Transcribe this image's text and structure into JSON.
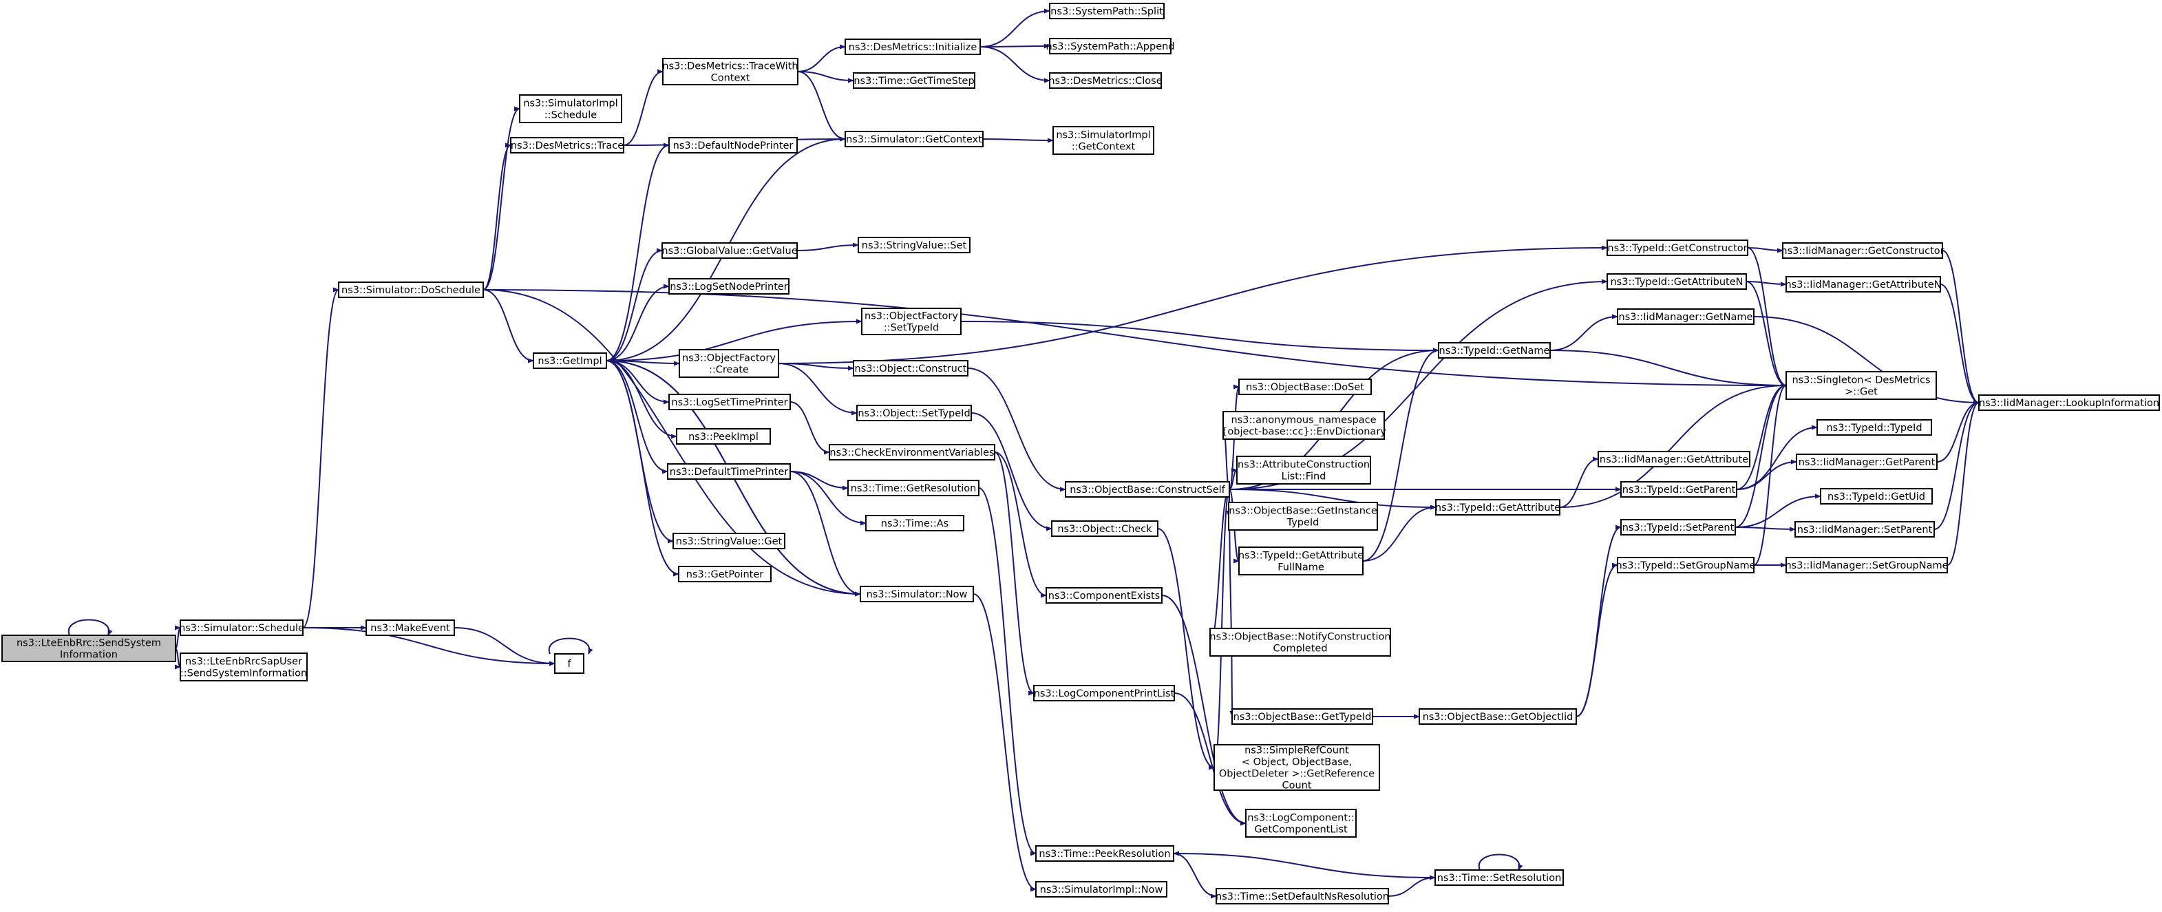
{
  "colors": {
    "edge": "#191970",
    "node_border": "#000000",
    "node_fill": "#ffffff",
    "root_fill": "#bfbfbf"
  },
  "nodes": {
    "send_sys_info": {
      "lines": [
        "ns3::LteEnbRrc::SendSystem",
        "Information"
      ]
    },
    "sim_schedule": {
      "lines": [
        "ns3::Simulator::Schedule"
      ]
    },
    "sap_user": {
      "lines": [
        "ns3::LteEnbRrcSapUser",
        "::SendSystemInformation"
      ]
    },
    "make_event": {
      "lines": [
        "ns3::MakeEvent"
      ]
    },
    "f": {
      "lines": [
        "f"
      ]
    },
    "do_schedule": {
      "lines": [
        "ns3::Simulator::DoSchedule"
      ]
    },
    "simimpl_schedule": {
      "lines": [
        "ns3::SimulatorImpl",
        "::Schedule"
      ]
    },
    "desm_trace": {
      "lines": [
        "ns3::DesMetrics::Trace"
      ]
    },
    "get_impl": {
      "lines": [
        "ns3::GetImpl"
      ]
    },
    "desm_tracewith": {
      "lines": [
        "ns3::DesMetrics::TraceWith",
        "Context"
      ]
    },
    "desm_init": {
      "lines": [
        "ns3::DesMetrics::Initialize"
      ]
    },
    "sp_split": {
      "lines": [
        "ns3::SystemPath::Split"
      ]
    },
    "sp_append": {
      "lines": [
        "ns3::SystemPath::Append"
      ]
    },
    "desm_close": {
      "lines": [
        "ns3::DesMetrics::Close"
      ]
    },
    "time_gettimestep": {
      "lines": [
        "ns3::Time::GetTimeStep"
      ]
    },
    "default_node_printer": {
      "lines": [
        "ns3::DefaultNodePrinter"
      ]
    },
    "sim_getcontext": {
      "lines": [
        "ns3::Simulator::GetContext"
      ]
    },
    "simimpl_getcontext": {
      "lines": [
        "ns3::SimulatorImpl",
        "::GetContext"
      ]
    },
    "gv_getvalue": {
      "lines": [
        "ns3::GlobalValue::GetValue"
      ]
    },
    "sv_set": {
      "lines": [
        "ns3::StringValue::Set"
      ]
    },
    "log_set_node_printer": {
      "lines": [
        "ns3::LogSetNodePrinter"
      ]
    },
    "of_settypeid": {
      "lines": [
        "ns3::ObjectFactory",
        "::SetTypeId"
      ]
    },
    "of_create": {
      "lines": [
        "ns3::ObjectFactory",
        "::Create"
      ]
    },
    "obj_construct": {
      "lines": [
        "ns3::Object::Construct"
      ]
    },
    "log_set_time_printer": {
      "lines": [
        "ns3::LogSetTimePrinter"
      ]
    },
    "obj_settypeid": {
      "lines": [
        "ns3::Object::SetTypeId"
      ]
    },
    "peek_impl": {
      "lines": [
        "ns3::PeekImpl"
      ]
    },
    "check_env": {
      "lines": [
        "ns3::CheckEnvironmentVariables"
      ]
    },
    "default_time_printer": {
      "lines": [
        "ns3::DefaultTimePrinter"
      ]
    },
    "time_getresolution": {
      "lines": [
        "ns3::Time::GetResolution"
      ]
    },
    "time_as": {
      "lines": [
        "ns3::Time::As"
      ]
    },
    "sv_get": {
      "lines": [
        "ns3::StringValue::Get"
      ]
    },
    "get_pointer": {
      "lines": [
        "ns3::GetPointer"
      ]
    },
    "sim_now": {
      "lines": [
        "ns3::Simulator::Now"
      ]
    },
    "obj_check": {
      "lines": [
        "ns3::Object::Check"
      ]
    },
    "comp_exists": {
      "lines": [
        "ns3::ComponentExists"
      ]
    },
    "log_comp_print_list": {
      "lines": [
        "ns3::LogComponentPrintList"
      ]
    },
    "time_peekres": {
      "lines": [
        "ns3::Time::PeekResolution"
      ]
    },
    "simimpl_now": {
      "lines": [
        "ns3::SimulatorImpl::Now"
      ]
    },
    "set_default_ns_res": {
      "lines": [
        "ns3::Time::SetDefaultNsResolution"
      ]
    },
    "time_setres": {
      "lines": [
        "ns3::Time::SetResolution"
      ]
    },
    "log_comp_getlist": {
      "lines": [
        "ns3::LogComponent::",
        "GetComponentList"
      ]
    },
    "ob_constructself": {
      "lines": [
        "ns3::ObjectBase::ConstructSelf"
      ]
    },
    "ob_doset": {
      "lines": [
        "ns3::ObjectBase::DoSet"
      ]
    },
    "anon_env": {
      "lines": [
        "ns3::anonymous_namespace",
        "{object-base::cc}::EnvDictionary"
      ]
    },
    "attr_constr_find": {
      "lines": [
        "ns3::AttributeConstruction",
        "List::Find"
      ]
    },
    "ob_getinstance": {
      "lines": [
        "ns3::ObjectBase::GetInstance",
        "TypeId"
      ]
    },
    "tid_getattrfull": {
      "lines": [
        "ns3::TypeId::GetAttribute",
        "FullName"
      ]
    },
    "ob_notify": {
      "lines": [
        "ns3::ObjectBase::NotifyConstruction",
        "Completed"
      ]
    },
    "ob_gettypeid": {
      "lines": [
        "ns3::ObjectBase::GetTypeId"
      ]
    },
    "src_getref": {
      "lines": [
        "ns3::SimpleRefCount",
        "< Object, ObjectBase,",
        "ObjectDeleter >::GetReference",
        "Count"
      ]
    },
    "tid_getname": {
      "lines": [
        "ns3::TypeId::GetName"
      ]
    },
    "tid_getattribute": {
      "lines": [
        "ns3::TypeId::GetAttribute"
      ]
    },
    "ob_getobjectiid": {
      "lines": [
        "ns3::ObjectBase::GetObjectIid"
      ]
    },
    "tid_getconstructor": {
      "lines": [
        "ns3::TypeId::GetConstructor"
      ]
    },
    "tid_getattributen": {
      "lines": [
        "ns3::TypeId::GetAttributeN"
      ]
    },
    "iid_getname": {
      "lines": [
        "ns3::IidManager::GetName"
      ]
    },
    "singleton_get": {
      "lines": [
        "ns3::Singleton< DesMetrics",
        ">::Get"
      ]
    },
    "iid_getattribute": {
      "lines": [
        "ns3::IidManager::GetAttribute"
      ]
    },
    "tid_getparent": {
      "lines": [
        "ns3::TypeId::GetParent"
      ]
    },
    "tid_setparent": {
      "lines": [
        "ns3::TypeId::SetParent"
      ]
    },
    "tid_setgroupname": {
      "lines": [
        "ns3::TypeId::SetGroupName"
      ]
    },
    "iid_getconstructor": {
      "lines": [
        "ns3::IidManager::GetConstructor"
      ]
    },
    "iid_getattributen": {
      "lines": [
        "ns3::IidManager::GetAttributeN"
      ]
    },
    "tid_typeid": {
      "lines": [
        "ns3::TypeId::TypeId"
      ]
    },
    "iid_getparent": {
      "lines": [
        "ns3::IidManager::GetParent"
      ]
    },
    "tid_getuid": {
      "lines": [
        "ns3::TypeId::GetUid"
      ]
    },
    "iid_setparent": {
      "lines": [
        "ns3::IidManager::SetParent"
      ]
    },
    "iid_setgroupname": {
      "lines": [
        "ns3::IidManager::SetGroupName"
      ]
    },
    "iid_lookupinfo": {
      "lines": [
        "ns3::IidManager::LookupInformation"
      ]
    }
  },
  "edges": [
    [
      "send_sys_info",
      "send_sys_info"
    ],
    [
      "send_sys_info",
      "sim_schedule"
    ],
    [
      "send_sys_info",
      "sap_user"
    ],
    [
      "sim_schedule",
      "do_schedule"
    ],
    [
      "sim_schedule",
      "make_event"
    ],
    [
      "sim_schedule",
      "f"
    ],
    [
      "make_event",
      "f"
    ],
    [
      "f",
      "f"
    ],
    [
      "do_schedule",
      "simimpl_schedule"
    ],
    [
      "do_schedule",
      "desm_trace"
    ],
    [
      "do_schedule",
      "get_impl"
    ],
    [
      "do_schedule",
      "singleton_get"
    ],
    [
      "do_schedule",
      "sim_now"
    ],
    [
      "desm_trace",
      "desm_tracewith"
    ],
    [
      "desm_trace",
      "sim_getcontext"
    ],
    [
      "desm_tracewith",
      "desm_init"
    ],
    [
      "desm_tracewith",
      "time_gettimestep"
    ],
    [
      "desm_tracewith",
      "sim_getcontext"
    ],
    [
      "desm_init",
      "sp_split"
    ],
    [
      "desm_init",
      "sp_append"
    ],
    [
      "desm_init",
      "desm_close"
    ],
    [
      "sim_getcontext",
      "simimpl_getcontext"
    ],
    [
      "sim_getcontext",
      "get_impl"
    ],
    [
      "get_impl",
      "default_node_printer"
    ],
    [
      "get_impl",
      "gv_getvalue"
    ],
    [
      "get_impl",
      "log_set_node_printer"
    ],
    [
      "get_impl",
      "of_settypeid"
    ],
    [
      "get_impl",
      "of_create"
    ],
    [
      "get_impl",
      "log_set_time_printer"
    ],
    [
      "get_impl",
      "peek_impl"
    ],
    [
      "get_impl",
      "default_time_printer"
    ],
    [
      "get_impl",
      "sv_get"
    ],
    [
      "get_impl",
      "get_pointer"
    ],
    [
      "get_impl",
      "sim_now"
    ],
    [
      "gv_getvalue",
      "sv_set"
    ],
    [
      "of_settypeid",
      "tid_getname"
    ],
    [
      "of_create",
      "obj_construct"
    ],
    [
      "of_create",
      "obj_settypeid"
    ],
    [
      "of_create",
      "tid_getconstructor"
    ],
    [
      "obj_construct",
      "ob_constructself"
    ],
    [
      "obj_settypeid",
      "obj_check"
    ],
    [
      "log_set_time_printer",
      "check_env"
    ],
    [
      "check_env",
      "comp_exists"
    ],
    [
      "check_env",
      "log_comp_print_list"
    ],
    [
      "default_time_printer",
      "time_getresolution"
    ],
    [
      "default_time_printer",
      "time_as"
    ],
    [
      "default_time_printer",
      "sim_now"
    ],
    [
      "time_getresolution",
      "time_peekres"
    ],
    [
      "sim_now",
      "get_impl"
    ],
    [
      "sim_now",
      "simimpl_now"
    ],
    [
      "comp_exists",
      "log_comp_getlist"
    ],
    [
      "log_comp_print_list",
      "log_comp_getlist"
    ],
    [
      "obj_check",
      "src_getref"
    ],
    [
      "ob_constructself",
      "tid_getattributen"
    ],
    [
      "ob_constructself",
      "tid_getname"
    ],
    [
      "ob_constructself",
      "ob_doset"
    ],
    [
      "ob_constructself",
      "anon_env"
    ],
    [
      "ob_constructself",
      "attr_constr_find"
    ],
    [
      "ob_constructself",
      "ob_getinstance"
    ],
    [
      "ob_constructself",
      "tid_getattrfull"
    ],
    [
      "ob_constructself",
      "tid_getattribute"
    ],
    [
      "ob_constructself",
      "ob_notify"
    ],
    [
      "ob_constructself",
      "ob_gettypeid"
    ],
    [
      "ob_constructself",
      "tid_getparent"
    ],
    [
      "ob_constructself",
      "src_getref"
    ],
    [
      "ob_gettypeid",
      "ob_getobjectiid"
    ],
    [
      "ob_getobjectiid",
      "tid_setparent"
    ],
    [
      "ob_getobjectiid",
      "tid_setgroupname"
    ],
    [
      "tid_getattrfull",
      "tid_getname"
    ],
    [
      "tid_getattrfull",
      "tid_getattribute"
    ],
    [
      "tid_getname",
      "iid_getname"
    ],
    [
      "tid_getname",
      "singleton_get"
    ],
    [
      "tid_getattribute",
      "iid_getattribute"
    ],
    [
      "tid_getattribute",
      "singleton_get"
    ],
    [
      "tid_getconstructor",
      "iid_getconstructor"
    ],
    [
      "tid_getconstructor",
      "singleton_get"
    ],
    [
      "tid_getattributen",
      "iid_getattributen"
    ],
    [
      "tid_getattributen",
      "singleton_get"
    ],
    [
      "tid_getparent",
      "iid_getparent"
    ],
    [
      "tid_getparent",
      "tid_typeid"
    ],
    [
      "tid_getparent",
      "singleton_get"
    ],
    [
      "tid_setparent",
      "iid_setparent"
    ],
    [
      "tid_setparent",
      "tid_getuid"
    ],
    [
      "tid_setparent",
      "singleton_get"
    ],
    [
      "tid_setgroupname",
      "iid_setgroupname"
    ],
    [
      "tid_setgroupname",
      "singleton_get"
    ],
    [
      "iid_getname",
      "iid_lookupinfo"
    ],
    [
      "iid_getconstructor",
      "iid_lookupinfo"
    ],
    [
      "iid_getattributen",
      "iid_lookupinfo"
    ],
    [
      "iid_getparent",
      "iid_lookupinfo"
    ],
    [
      "iid_setparent",
      "iid_lookupinfo"
    ],
    [
      "iid_setgroupname",
      "iid_lookupinfo"
    ],
    [
      "time_setres",
      "time_setres"
    ],
    [
      "time_setres",
      "time_peekres"
    ],
    [
      "time_peekres",
      "set_default_ns_res"
    ],
    [
      "set_default_ns_res",
      "time_setres"
    ]
  ]
}
